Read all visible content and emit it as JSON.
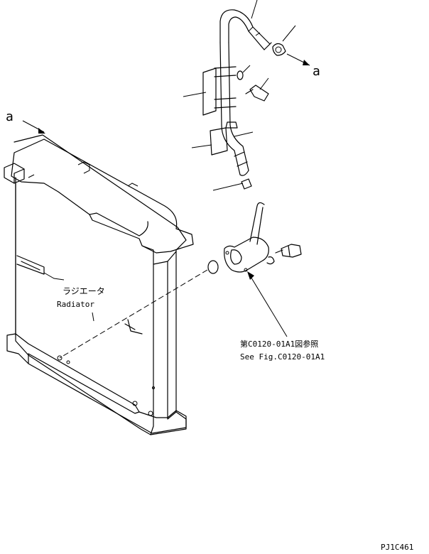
{
  "labels": {
    "marker_a_top": "a",
    "marker_a_left": "a",
    "radiator_jp": "ラジエータ",
    "radiator_en": "Radiator",
    "ref_jp": "第C0120-01A1図参照",
    "ref_en": "See Fig.C0120-01A1",
    "drawing_code": "PJ1C461"
  }
}
